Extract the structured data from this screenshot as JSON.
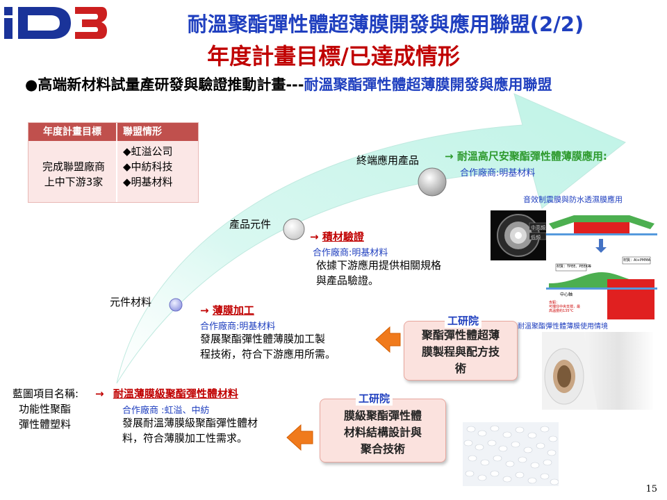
{
  "logo": {
    "text": "ID3",
    "icon": "id3-logo"
  },
  "header": {
    "title": "耐溫聚酯彈性體超薄膜開發與應用聯盟(2/2)",
    "subtitle": "年度計畫目標/已達成情形"
  },
  "plan": {
    "bullet": "●",
    "prefix": "高端新材料試量產研發與驗證推動計畫---",
    "name": "耐溫聚酯彈性體超薄膜開發與應用聯盟"
  },
  "table": {
    "header_goal": "年度計畫目標",
    "header_status": "聯盟情形",
    "goal_lines": [
      "完成聯盟廠商",
      "上中下游3家"
    ],
    "members": [
      "◆虹溢公司",
      "◆中紡科技",
      "◆明基材料"
    ]
  },
  "stages": {
    "materials": "元件材料",
    "components": "產品元件",
    "products": "終端應用產品"
  },
  "blueprint": {
    "label_lines": [
      "藍圖項目名稱:",
      "功能性聚酯",
      "彈性體塑料"
    ],
    "arrow": "→",
    "title": "耐溫薄膜級聚酯彈性體材料",
    "partner": "合作廠商 :虹溢、中紡",
    "desc_lines": [
      "發展耐溫薄膜級聚酯彈性體材",
      "料，符合薄膜加工性需求。"
    ]
  },
  "film_processing": {
    "arrow": "→",
    "title": "薄膜加工",
    "partner": "合作廠商:明基材料",
    "desc_lines": [
      "發展聚酯彈性體薄膜加工製",
      "程技術，符合下游應用所需。"
    ]
  },
  "verification": {
    "arrow": "→",
    "title": "積材驗證",
    "partner": "合作廠商:明基材料",
    "desc_lines": [
      "依據下游應用提供相關規格",
      "與產品驗證。"
    ]
  },
  "application": {
    "arrow": "→",
    "title": "耐溫高尺安聚酯彈性體薄膜應用:",
    "partner": "合作廠商:明基材料"
  },
  "itri_boxes": [
    {
      "org": "工研院",
      "lines": [
        "聚酯彈性體超薄",
        "膜製程與配方技",
        "術"
      ]
    },
    {
      "org": "工研院",
      "lines": [
        "膜級聚酯彈性體",
        "材料結構設計與",
        "聚合技術"
      ]
    }
  ],
  "image_captions": {
    "top": "音效制震膜與防水透濕膜應用",
    "bottom": "耐溫聚酯彈性體薄膜使用情境"
  },
  "diagram_labels": {
    "label1": "中高頻",
    "label2": "低頻",
    "material1": "材質：TPEE、PEEK等",
    "material2": "材質：Al+PMMA",
    "center": "中心軸",
    "note_lines": [
      "含鋁：",
      "可擋住中央支撐，最",
      "高溫度約135°C"
    ]
  },
  "page_number": "15",
  "colors": {
    "title_blue": "#1f3fbf",
    "title_red": "#c00000",
    "green": "#2e9a2e",
    "box_fill": "#fbe2de",
    "arrow_fill": "#c8f5ea",
    "orange_arrow": "#f07a1c"
  }
}
